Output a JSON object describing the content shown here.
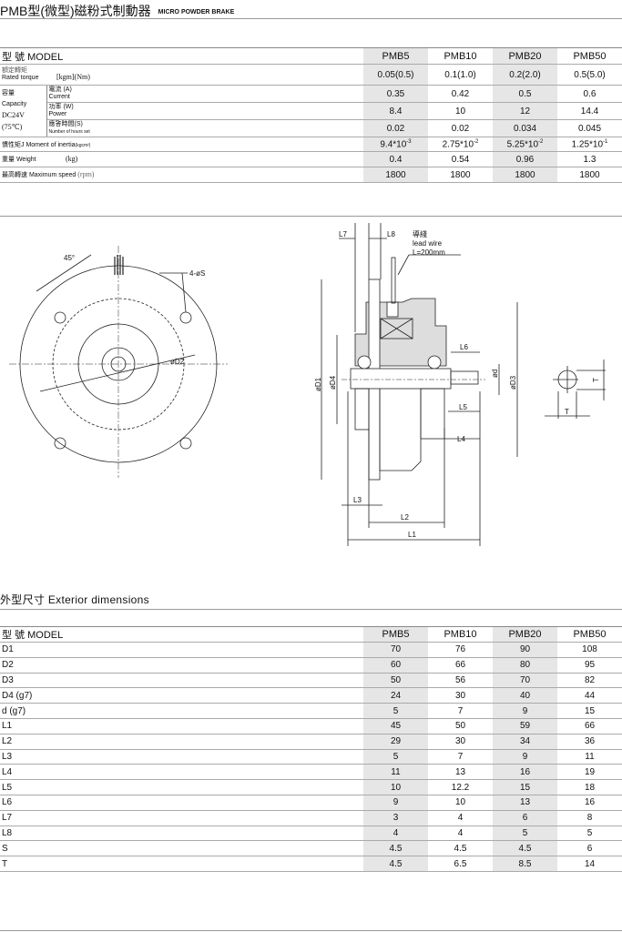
{
  "title": {
    "main": "PMB型(微型)磁粉式制動器",
    "sub": "MICRO POWDER BRAKE"
  },
  "models": [
    "PMB5",
    "PMB10",
    "PMB20",
    "PMB50"
  ],
  "spec": {
    "model_label": "型  號 MODEL",
    "rated_torque": {
      "cn": "額定轉矩",
      "en": "Rated torque",
      "unit": "[kgm](Nm)",
      "values": [
        "0.05(0.5)",
        "0.1(1.0)",
        "0.2(2.0)",
        "0.5(5.0)"
      ]
    },
    "capacity": {
      "cn": "容量",
      "en": "Capacity",
      "voltage": "DC24V",
      "temp": "(75℃)"
    },
    "current": {
      "cn": "電流 (A)",
      "en": "Current",
      "values": [
        "0.35",
        "0.42",
        "0.5",
        "0.6"
      ]
    },
    "power": {
      "cn": "功率 (W)",
      "en": "Power",
      "values": [
        "8.4",
        "10",
        "12",
        "14.4"
      ]
    },
    "response": {
      "cn": "應答時間(S)",
      "en": "Number of hours set",
      "values": [
        "0.02",
        "0.02",
        "0.034",
        "0.045"
      ]
    },
    "inertia": {
      "label": "慣性矩J  Moment of inertia",
      "unit": "(kgcm²)",
      "mantissa": [
        "9.4*10",
        "2.75*10",
        "5.25*10",
        "1.25*10"
      ],
      "exp": [
        "-3",
        "-2",
        "-2",
        "-1"
      ]
    },
    "weight": {
      "label": "重量  Weight",
      "unit": "(kg)",
      "values": [
        "0.4",
        "0.54",
        "0.96",
        "1.3"
      ]
    },
    "speed": {
      "label": "最高轉速 Maximum speed",
      "unit": "(rpm)",
      "values": [
        "1800",
        "1800",
        "1800",
        "1800"
      ]
    }
  },
  "drawing": {
    "angle": "45°",
    "holes": "4-øS",
    "d2": "øD2",
    "d1": "øD1",
    "d3": "øD3",
    "d4": "øD4",
    "d": "ød",
    "lead_cn": "導綫",
    "lead_en": "lead wire",
    "lead_len": "L=200mm",
    "L1": "L1",
    "L2": "L2",
    "L3": "L3",
    "L4": "L4",
    "L5": "L5",
    "L6": "L6",
    "L7": "L7",
    "L8": "L8",
    "T": "T"
  },
  "dims": {
    "heading": "外型尺寸 Exterior dimensions",
    "model_label": "型  號 MODEL",
    "rows": [
      {
        "k": "D1",
        "v": [
          "70",
          "76",
          "90",
          "108"
        ]
      },
      {
        "k": "D2",
        "v": [
          "60",
          "66",
          "80",
          "95"
        ]
      },
      {
        "k": "D3",
        "v": [
          "50",
          "56",
          "70",
          "82"
        ]
      },
      {
        "k": "D4 (g7)",
        "v": [
          "24",
          "30",
          "40",
          "44"
        ]
      },
      {
        "k": "d  (g7)",
        "v": [
          "5",
          "7",
          "9",
          "15"
        ]
      },
      {
        "k": "L1",
        "v": [
          "45",
          "50",
          "59",
          "66"
        ]
      },
      {
        "k": "L2",
        "v": [
          "29",
          "30",
          "34",
          "36"
        ]
      },
      {
        "k": "L3",
        "v": [
          "5",
          "7",
          "9",
          "11"
        ]
      },
      {
        "k": "L4",
        "v": [
          "11",
          "13",
          "16",
          "19"
        ]
      },
      {
        "k": "L5",
        "v": [
          "10",
          "12.2",
          "15",
          "18"
        ]
      },
      {
        "k": "L6",
        "v": [
          "9",
          "10",
          "13",
          "16"
        ]
      },
      {
        "k": "L7",
        "v": [
          "3",
          "4",
          "6",
          "8"
        ]
      },
      {
        "k": "L8",
        "v": [
          "4",
          "4",
          "5",
          "5"
        ]
      },
      {
        "k": "S",
        "v": [
          "4.5",
          "4.5",
          "4.5",
          "6"
        ]
      },
      {
        "k": "T",
        "v": [
          "4.5",
          "6.5",
          "8.5",
          "14"
        ]
      }
    ]
  }
}
